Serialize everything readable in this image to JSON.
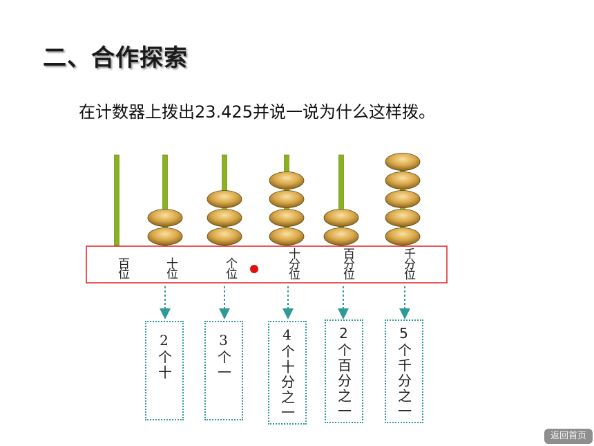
{
  "title": "二、合作探索",
  "prompt": "在计数器上拨出23.425并说一说为什么这样拨。",
  "abacus": {
    "rods": [
      {
        "place": "百位",
        "beads": 0
      },
      {
        "place": "十位",
        "beads": 2
      },
      {
        "place": "个位",
        "beads": 3
      },
      {
        "place": "十分位",
        "beads": 4
      },
      {
        "place": "百分位",
        "beads": 2
      },
      {
        "place": "千分位",
        "beads": 5
      }
    ],
    "colors": {
      "rod": "#8ab21e",
      "bead": "#d9a849",
      "frame": "#e02020",
      "dot": "#e01010",
      "arrow": "#2e9a97"
    }
  },
  "explanations": [
    "2个十",
    "3个一",
    "4个十分之一",
    "2个百分之一",
    "5个千分之一"
  ],
  "home_button": "返回首页"
}
